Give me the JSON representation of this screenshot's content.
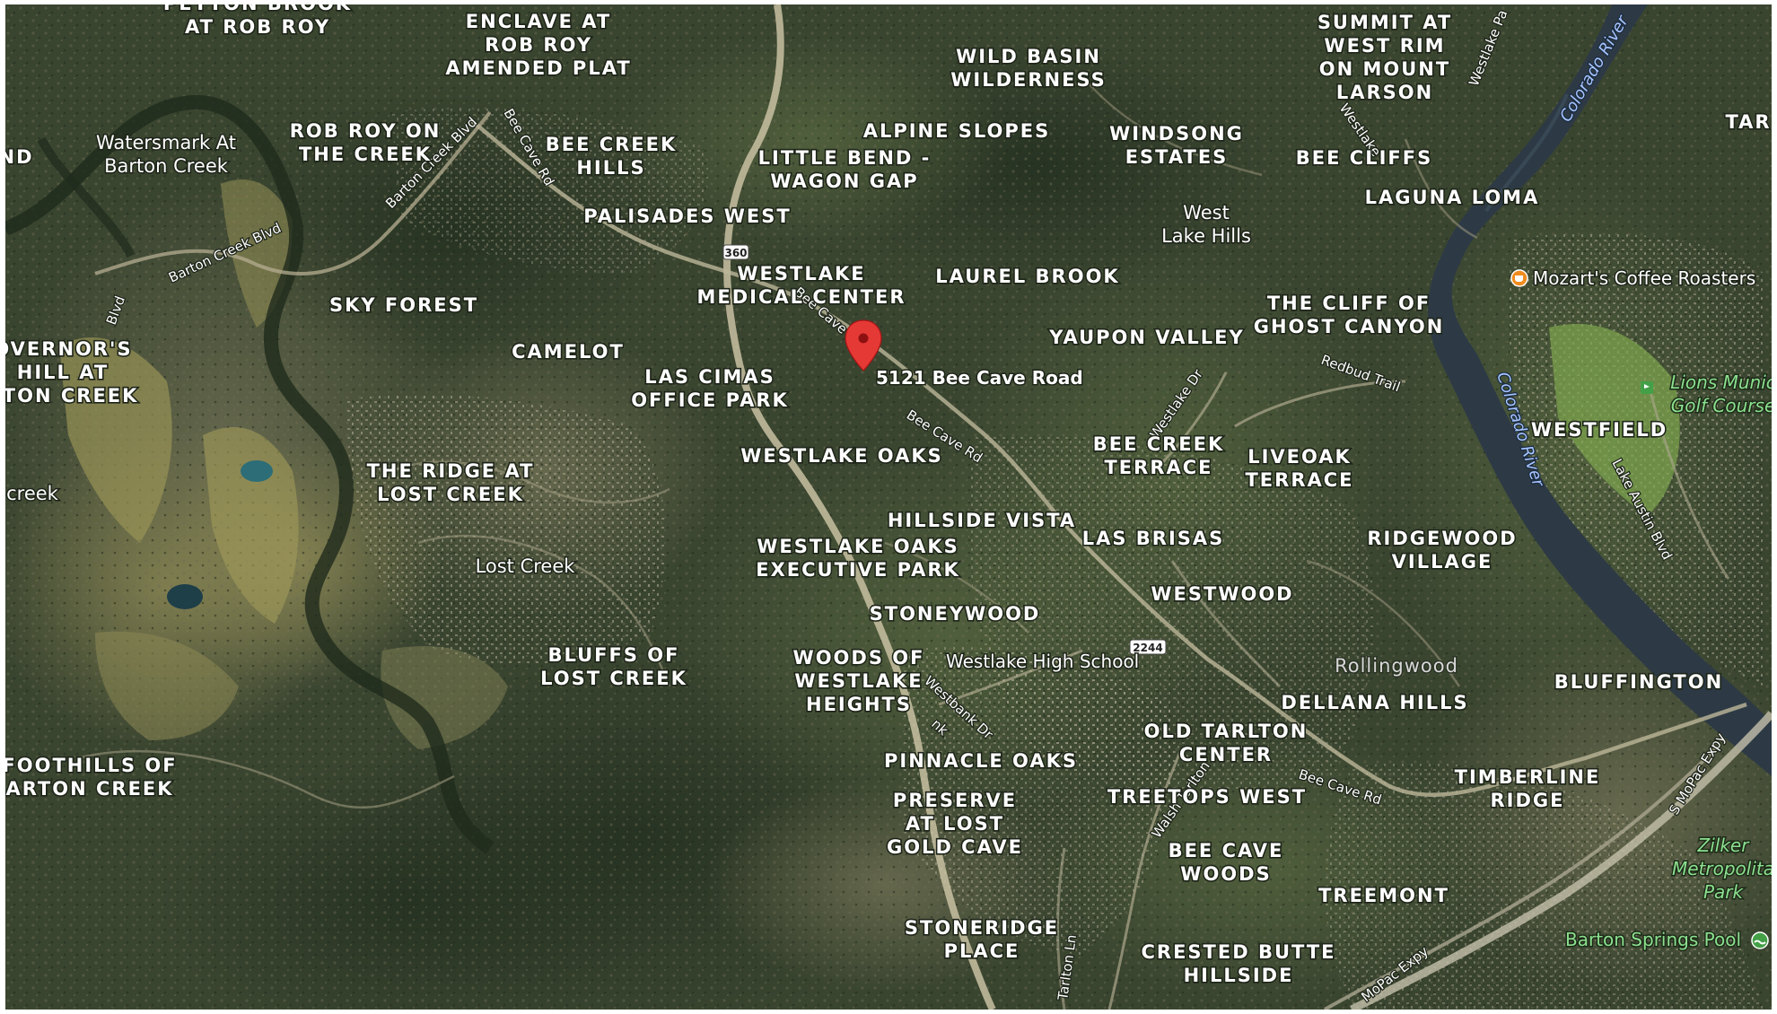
{
  "map": {
    "type": "satellite",
    "neighborhoods": [
      {
        "lines": [
          "PEYTON BROOK",
          "AT ROB ROY"
        ]
      },
      {
        "lines": [
          "ENCLAVE AT",
          "ROB ROY",
          "AMENDED PLAT"
        ]
      },
      {
        "lines": [
          "WILD BASIN",
          "WILDERNESS"
        ]
      },
      {
        "lines": [
          "SUMMIT AT",
          "WEST RIM",
          "ON MOUNT",
          "LARSON"
        ]
      },
      {
        "lines": [
          "ROB ROY ON",
          "THE CREEK"
        ]
      },
      {
        "lines": [
          "BEE CREEK",
          "HILLS"
        ]
      },
      {
        "lines": [
          "ALPINE SLOPES"
        ]
      },
      {
        "lines": [
          "LITTLE BEND -",
          "WAGON GAP"
        ]
      },
      {
        "lines": [
          "WINDSONG",
          "ESTATES"
        ]
      },
      {
        "lines": [
          "BEE CLIFFS"
        ]
      },
      {
        "lines": [
          "LAGUNA LOMA"
        ]
      },
      {
        "lines": [
          "PALISADES WEST"
        ]
      },
      {
        "lines": [
          "WESTLAKE",
          "MEDICAL CENTER"
        ]
      },
      {
        "lines": [
          "LAUREL BROOK"
        ]
      },
      {
        "lines": [
          "THE CLIFF OF",
          "GHOST CANYON"
        ]
      },
      {
        "lines": [
          "SKY FOREST"
        ]
      },
      {
        "lines": [
          "YAUPON VALLEY"
        ]
      },
      {
        "lines": [
          "CAMELOT"
        ]
      },
      {
        "lines": [
          "LAS CIMAS",
          "OFFICE PARK"
        ]
      },
      {
        "lines": [
          "OVERNOR'S",
          "HILL AT",
          "RTON CREEK"
        ]
      },
      {
        "lines": [
          "WESTFIELD"
        ]
      },
      {
        "lines": [
          "BEE CREEK",
          "TERRACE"
        ]
      },
      {
        "lines": [
          "LIVEOAK",
          "TERRACE"
        ]
      },
      {
        "lines": [
          "WESTLAKE OAKS"
        ]
      },
      {
        "lines": [
          "THE RIDGE AT",
          "LOST CREEK"
        ]
      },
      {
        "lines": [
          "HILLSIDE VISTA"
        ]
      },
      {
        "lines": [
          "LAS BRISAS"
        ]
      },
      {
        "lines": [
          "RIDGEWOOD",
          "VILLAGE"
        ]
      },
      {
        "lines": [
          "WESTLAKE OAKS",
          "EXECUTIVE PARK"
        ]
      },
      {
        "lines": [
          "WESTWOOD"
        ]
      },
      {
        "lines": [
          "STONEYWOOD"
        ]
      },
      {
        "lines": [
          "BLUFFS OF",
          "LOST CREEK"
        ]
      },
      {
        "lines": [
          "WOODS OF",
          "WESTLAKE",
          "HEIGHTS"
        ]
      },
      {
        "lines": [
          "DELLANA HILLS"
        ]
      },
      {
        "lines": [
          "BLUFFINGTON"
        ]
      },
      {
        "lines": [
          "OLD TARLTON",
          "CENTER"
        ]
      },
      {
        "lines": [
          "PINNACLE OAKS"
        ]
      },
      {
        "lines": [
          "FOOTHILLS OF",
          "ARTON CREEK"
        ]
      },
      {
        "lines": [
          "TIMBERLINE",
          "RIDGE"
        ]
      },
      {
        "lines": [
          "PRESERVE",
          "AT LOST",
          "GOLD CAVE"
        ]
      },
      {
        "lines": [
          "TREETOPS WEST"
        ]
      },
      {
        "lines": [
          "BEE CAVE",
          "WOODS"
        ]
      },
      {
        "lines": [
          "TREEMONT"
        ]
      },
      {
        "lines": [
          "STONERIDGE",
          "PLACE"
        ]
      },
      {
        "lines": [
          "CRESTED BUTTE",
          "HILLSIDE"
        ]
      },
      {
        "lines": [
          "ND"
        ]
      },
      {
        "lines": [
          "TAR"
        ]
      }
    ],
    "places": [
      {
        "lines": [
          "Watersmark At",
          "Barton Creek"
        ]
      },
      {
        "lines": [
          "West",
          "Lake Hills"
        ]
      },
      {
        "lines": [
          "Lost Creek"
        ]
      },
      {
        "lines": [
          "creek"
        ]
      }
    ],
    "grey_places": [
      {
        "lines": [
          "Rollingwood"
        ]
      }
    ],
    "roads": [
      "Barton Creek Blvd",
      "Bee Cave Rd",
      "Barton Creek Blvd",
      "Bee Cave Rd",
      "Bee Cave Rd",
      "Redbud Trail",
      "Westlake Dr",
      "Westbank Dr",
      "Walsh Tarlton",
      "Bee Cave Rd",
      "MoPac Expy",
      "S MoPac Expy",
      "Lake Austin Blvd",
      "Westlake Pa",
      "Westlake",
      "Tarlton Ln",
      "Blvd",
      "nk"
    ],
    "highway_shields": [
      "360",
      "2244"
    ],
    "water": [
      "Colorado River",
      "Colorado River"
    ],
    "parks": [
      {
        "lines": [
          "Zilker",
          "Metropolita",
          "Park"
        ]
      },
      {
        "lines": [
          "Lions Munic",
          "Golf Course"
        ]
      }
    ],
    "pois": [
      {
        "label": "Mozart's Coffee Roasters",
        "icon": "coffee-cup-icon"
      },
      {
        "label": "Westlake High School",
        "icon": "school-icon"
      },
      {
        "label": "Barton Springs Pool",
        "icon": "swimming-icon"
      }
    ],
    "pin": {
      "label": "5121 Bee Cave Road",
      "color": "#e53935",
      "icon": "map-pin-icon"
    },
    "colors": {
      "pin": "#e53935",
      "poi_orange": "#f08c1e",
      "park_green": "#4caf50",
      "water": "#2e3b47"
    }
  }
}
